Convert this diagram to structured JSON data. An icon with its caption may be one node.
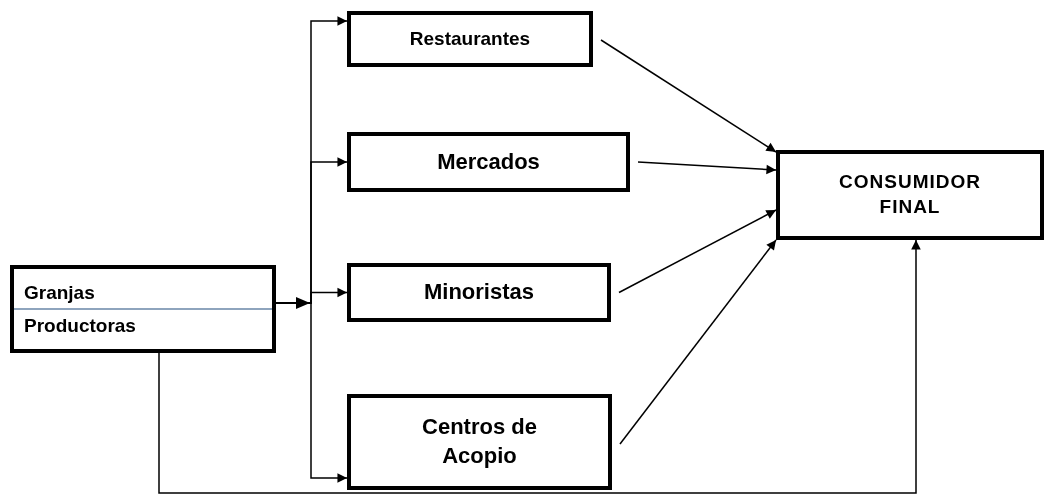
{
  "diagram": {
    "nodes": [
      {
        "text": [
          "Granjas Productoras"
        ]
      },
      {
        "text": [
          "Restaurantes"
        ]
      },
      {
        "text": [
          "Mercados"
        ]
      },
      {
        "text": [
          "Minoristas"
        ]
      },
      {
        "text": [
          "Centros de Acopio"
        ]
      },
      {
        "text": [
          "CONSUMIDOR FINAL"
        ]
      }
    ],
    "edges": [
      {
        "from": 0,
        "to": 1,
        "arrow": "to"
      },
      {
        "from": 0,
        "to": 2,
        "arrow": "to"
      },
      {
        "from": 0,
        "to": 3,
        "arrow": "to"
      },
      {
        "from": 0,
        "to": 4,
        "arrow": "to"
      },
      {
        "from": 1,
        "to": 5,
        "arrow": "to"
      },
      {
        "from": 2,
        "to": 5,
        "arrow": "to"
      },
      {
        "from": 3,
        "to": 5,
        "arrow": "to"
      },
      {
        "from": 4,
        "to": 5,
        "arrow": "to"
      },
      {
        "from": 0,
        "to": 5,
        "arrow": "to"
      }
    ]
  }
}
